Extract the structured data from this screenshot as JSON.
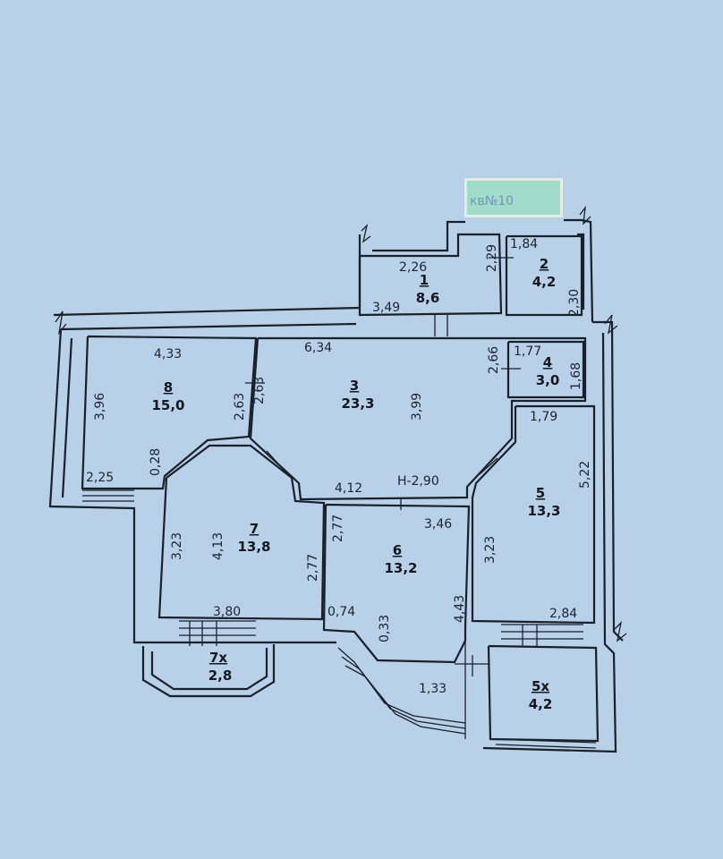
{
  "label": "кв№10",
  "height_note": "H-2,90",
  "rooms": [
    {
      "number": "1",
      "area": "8,6"
    },
    {
      "number": "2",
      "area": "4,2"
    },
    {
      "number": "3",
      "area": "23,3"
    },
    {
      "number": "4",
      "area": "3,0"
    },
    {
      "number": "5",
      "area": "13,3"
    },
    {
      "number": "6",
      "area": "13,2"
    },
    {
      "number": "7",
      "area": "13,8"
    },
    {
      "number": "8",
      "area": "15,0"
    },
    {
      "number": "7x",
      "area": "2,8"
    },
    {
      "number": "5x",
      "area": "4,2"
    }
  ],
  "dimensions": {
    "r1_top": "2,26",
    "r1_bottom": "3,49",
    "r1_side": "2,29",
    "r2_top": "1,84",
    "r2_side": "2,30",
    "r8_top": "4,33",
    "r8_side": "3,96",
    "r8_bottom": "2,25",
    "r8_right": "0,28",
    "r3_top": "6,34",
    "r3_left_a": "2,63",
    "r3_left_b": "2,63",
    "r3_height": "3,99",
    "r3_bottom": "4,12",
    "r4_width": "1,77",
    "r4_side": "2,66",
    "r4_right": "1,68",
    "r5_top": "1,79",
    "r5_right": "5,22",
    "r5_left": "3,23",
    "r5_bottom": "2,84",
    "r7_left": "3,23",
    "r7_height": "4,13",
    "r7_right": "2,77",
    "r7_bottom": "3,80",
    "r6_top": "3,46",
    "r6_left": "2,77",
    "r6_right": "4,43",
    "r6_corner": "0,74",
    "r6_diag": "0,33",
    "r6_bottom": "1,33"
  }
}
